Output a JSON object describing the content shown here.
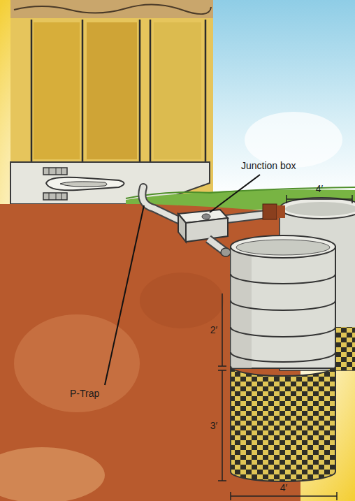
{
  "diagram": {
    "labels": [
      "Junction box",
      "P-Trap",
      "4′",
      "2′",
      "3′",
      "4′"
    ]
  }
}
